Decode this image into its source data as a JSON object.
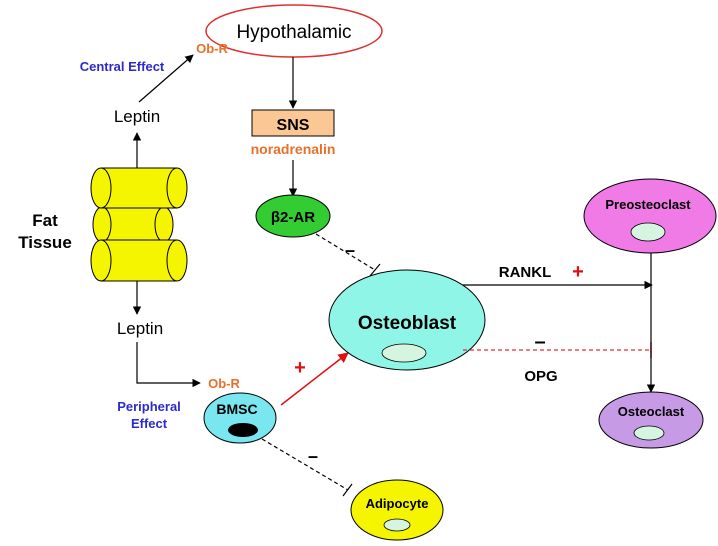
{
  "nodes": {
    "hypothalamic": "Hypothalamic",
    "sns": "SNS",
    "noradrenalin": "noradrenalin",
    "beta2ar": "β2-AR",
    "fat_tissue_line1": "Fat",
    "fat_tissue_line2": "Tissue",
    "leptin_top": "Leptin",
    "leptin_bottom": "Leptin",
    "osteoblast": "Osteoblast",
    "preosteoclast": "Preosteoclast",
    "osteoclast": "Osteoclast",
    "bmsc": "BMSC",
    "adipocyte": "Adipocyte"
  },
  "labels": {
    "central_effect": "Central Effect",
    "obr_top": "Ob-R",
    "obr_bottom": "Ob-R",
    "peripheral_effect_line1": "Peripheral",
    "peripheral_effect_line2": "Effect",
    "rankl": "RANKL",
    "opg": "OPG",
    "plus_rankl": "+",
    "plus_bmsc": "+",
    "minus_beta": "–",
    "minus_opg": "–",
    "minus_adipocyte": "–"
  },
  "colors": {
    "central_blue": "#2b2bcc",
    "obr_orange": "#e8702a",
    "plus_red": "#e01010",
    "inhibit_red": "#e03030",
    "hypothalamic_border": "#e03030",
    "sns_fill": "#fbc794",
    "beta_fill": "#33cc33",
    "fat_fill": "#f5f500",
    "osteoblast_fill": "#8ff5e6",
    "preosteoclast_fill": "#f07ae6",
    "osteoclast_fill": "#c79ae6",
    "bmsc_fill": "#7ae6f0",
    "adipocyte_fill": "#f5f500",
    "nucleus_fill": "#d6f5e0"
  }
}
